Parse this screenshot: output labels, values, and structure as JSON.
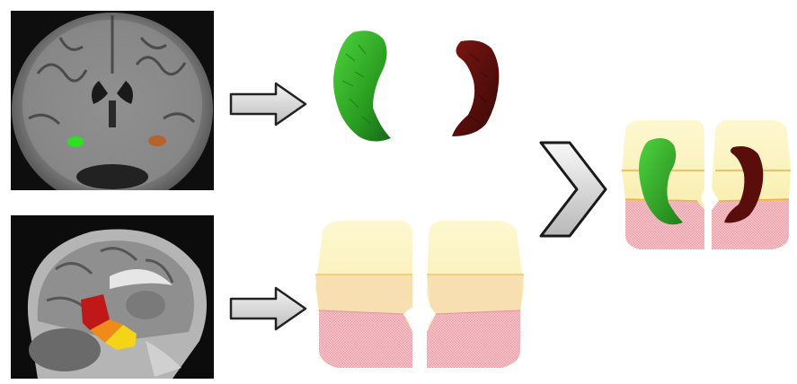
{
  "figure": {
    "panels": [
      {
        "id": "coronal-mri",
        "content": "coronal-brain-slice-with-hippocampus-labels"
      },
      {
        "id": "sagittal-mri",
        "content": "sagittal-brain-slice-with-subregion-labels"
      },
      {
        "id": "hippocampus-segmentations",
        "content": "left-and-right-3d-meshes"
      },
      {
        "id": "atlas-mesh",
        "content": "bilateral-subregion-boxes"
      },
      {
        "id": "combined",
        "content": "meshes-overlaid-on-atlas"
      }
    ],
    "colors": {
      "left_hippocampus": "#2fa824",
      "right_hippocampus": "#5a0e0c",
      "coronal_right_label": "#b8612c",
      "sagittal_regions": [
        "#c01818",
        "#f08a18",
        "#f4d418"
      ],
      "atlas_upper": "#f8ec9c",
      "atlas_middle": "#f6ddb0",
      "atlas_lower": "#f4b4b8",
      "arrow_fill": "#e8e8e8",
      "arrow_stroke": "#222222"
    },
    "icons": {
      "process_arrow": "right-arrow-icon",
      "merge": "chevron-right-icon"
    }
  }
}
